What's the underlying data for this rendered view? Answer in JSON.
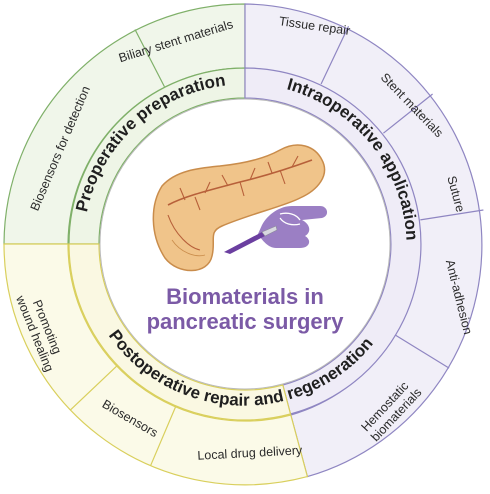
{
  "center": {
    "title_line1": "Biomaterials in",
    "title_line2": "pancreatic surgery"
  },
  "sectors": [
    {
      "name": "Preoperative preparation",
      "color": "#f0f6ea",
      "stroke": "#7fb069",
      "outer": [
        "Biosensors for detection",
        "Biliary stent materials"
      ]
    },
    {
      "name": "Intraoperative application",
      "color": "#f1eff8",
      "stroke": "#8f86c2",
      "outer": [
        "Tissue repair",
        "Stent materials",
        "Suture",
        "Anti-adhesion",
        "Hemostatic biomaterials"
      ]
    },
    {
      "name": "Postoperative repair and regeneration",
      "color": "#fbfae8",
      "stroke": "#d9cf5c",
      "outer": [
        "Local drug delivery",
        "Biosensors",
        "Promoting wound healing"
      ]
    }
  ],
  "icons": [
    "pancreas-icon",
    "gloved-hand-icon",
    "scalpel-icon"
  ],
  "colors": {
    "pancreas": "#f0c48a",
    "pancreas_outline": "#c98c4b",
    "vessel": "#b7603a",
    "glove": "#9b7fc4",
    "title": "#7b5aa6"
  }
}
